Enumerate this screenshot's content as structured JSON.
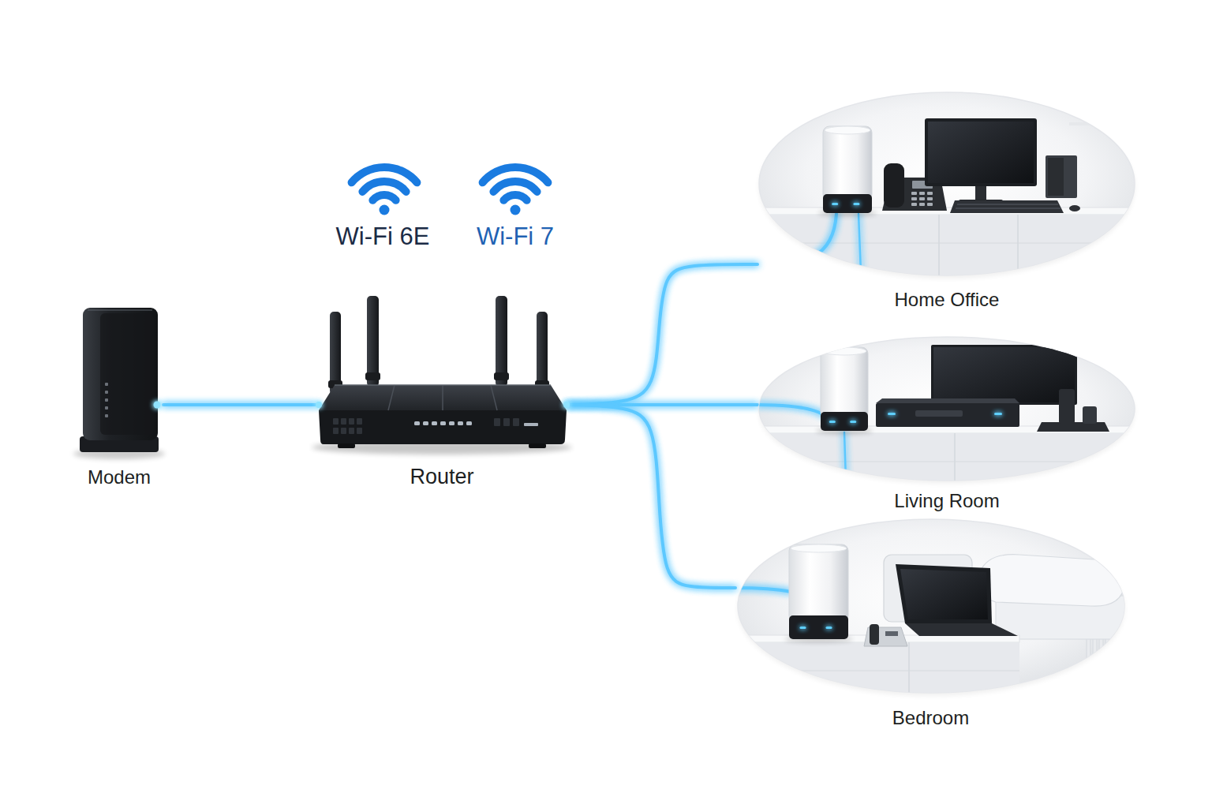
{
  "diagram": {
    "nodes": [
      {
        "text": [
          "Modem"
        ]
      },
      {
        "text": [
          "Router"
        ]
      },
      {
        "text": [
          "Home Office"
        ]
      },
      {
        "text": [
          "Living Room"
        ]
      },
      {
        "text": [
          "Bedroom"
        ]
      }
    ],
    "edges": [
      {
        "from": 0,
        "to": 1,
        "arrow": "none"
      },
      {
        "from": 1,
        "to": 2,
        "arrow": "none"
      },
      {
        "from": 1,
        "to": 3,
        "arrow": "none"
      },
      {
        "from": 1,
        "to": 4,
        "arrow": "none"
      }
    ],
    "labels": [
      "Wi-Fi 6E",
      "Wi-Fi 7"
    ]
  }
}
